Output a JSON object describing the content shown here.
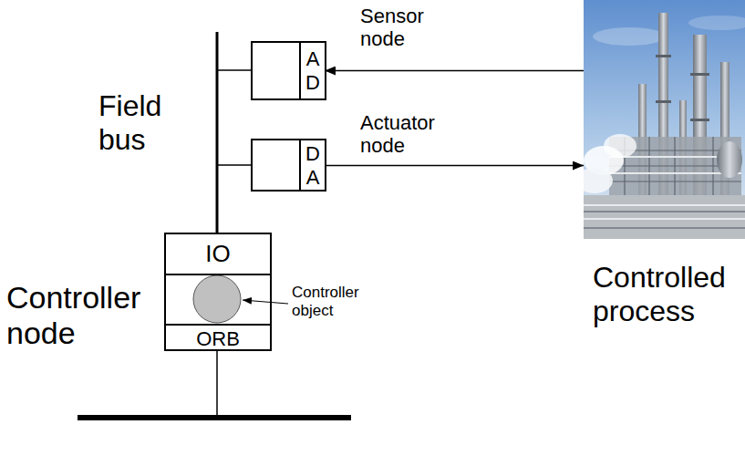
{
  "diagram": {
    "nodes": [
      {
        "text": [
          "Sensor node"
        ]
      },
      {
        "text": [
          "A D"
        ],
        "in": 0
      },
      {
        "text": [
          "Actuator node"
        ]
      },
      {
        "text": [
          "D A"
        ],
        "in": 2
      },
      {
        "text": [
          "Controller node"
        ]
      },
      {
        "text": [
          "IO"
        ],
        "in": 4
      },
      {
        "text": [
          "ORB"
        ],
        "in": 4
      },
      {
        "text": [
          "Controlled process"
        ]
      }
    ],
    "edges": [
      {
        "from": 7,
        "to": 1,
        "arrow": "to"
      },
      {
        "from": 3,
        "to": 7,
        "arrow": "to"
      }
    ],
    "labels": [
      "Field bus",
      "Controller object"
    ]
  }
}
